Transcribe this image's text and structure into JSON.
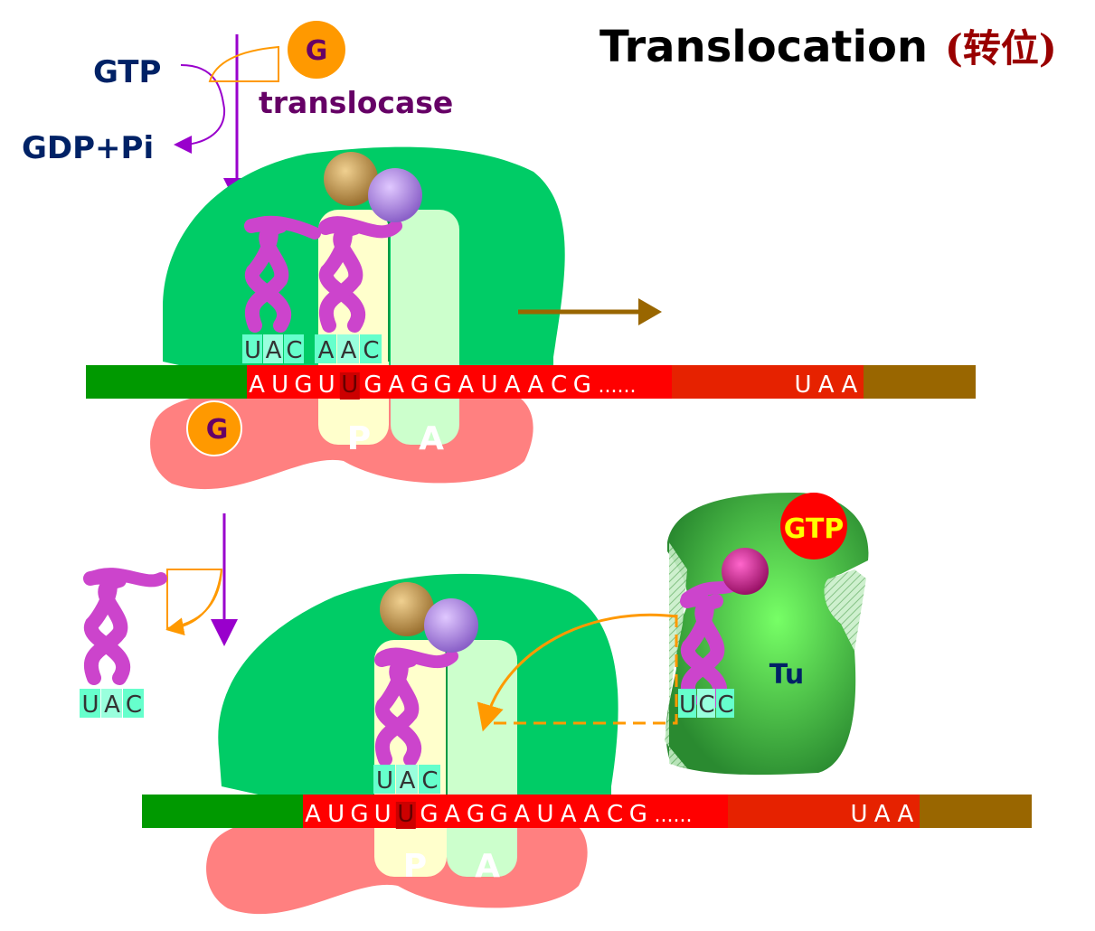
{
  "title": {
    "main": "Translocation",
    "sub": "(转位)"
  },
  "colors": {
    "ribosome_large": "#00cc66",
    "ribosome_small": "#ff8080",
    "mrna_5prime": "#009900",
    "mrna_coding": "#ff0000",
    "mrna_3prime": "#996600",
    "trna": "#cc44cc",
    "p_site": "#ffffcc",
    "a_site": "#ccffcc",
    "arrow_purple": "#9900cc",
    "arrow_orange": "#ff9900",
    "arrow_brown": "#996600",
    "ef_tu": "#44bb44",
    "gtp_badge": "#ff0000"
  },
  "reaction": {
    "gtp": "GTP",
    "gdp_pi": "GDP+Pi",
    "g_factor": "G",
    "translocase": "translocase"
  },
  "top_panel": {
    "anticodons": [
      {
        "letters": [
          "U",
          "A",
          "C"
        ]
      },
      {
        "letters": [
          "A",
          "A",
          "C"
        ]
      }
    ],
    "mrna": {
      "codon_letters": [
        "A",
        "U",
        "G",
        "U",
        "U",
        "G",
        "A",
        "G",
        "G",
        "A",
        "U",
        "A",
        "A",
        "C",
        "G"
      ],
      "ellipsis": "......",
      "stop": [
        "U",
        "A",
        "A"
      ]
    },
    "site_p": "P",
    "site_a": "A",
    "g_bound": "G"
  },
  "bottom_panel": {
    "released_anticodon": [
      "U",
      "A",
      "C"
    ],
    "p_anticodon": [
      "U",
      "A",
      "C"
    ],
    "mrna": {
      "codon_letters": [
        "A",
        "U",
        "G",
        "U",
        "U",
        "G",
        "A",
        "G",
        "G",
        "A",
        "U",
        "A",
        "A",
        "C",
        "G"
      ],
      "ellipsis": "......",
      "stop": [
        "U",
        "A",
        "A"
      ]
    },
    "site_p": "P",
    "site_a": "A",
    "ef_tu": {
      "label": "Tu",
      "gtp": "GTP",
      "anticodon": [
        "U",
        "C",
        "C"
      ]
    }
  },
  "icons": [
    "trna-icon",
    "amino-acid-icon",
    "ribosome-icon",
    "arrow-icon"
  ]
}
